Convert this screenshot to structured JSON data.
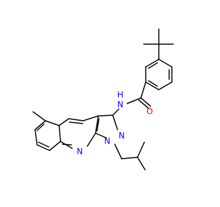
{
  "colors": {
    "carbon": "#000000",
    "nitrogen": "#0000ff",
    "oxygen": "#ff0000",
    "background": "#ffffff"
  },
  "atoms": {
    "oxygen": "O",
    "amide_nitrogen": "N",
    "amide_hydrogen": "H",
    "pyrazole_nitrogen_n2": "N",
    "pyrazole_nitrogen_n1": "N",
    "quinoline_nitrogen": "N"
  }
}
